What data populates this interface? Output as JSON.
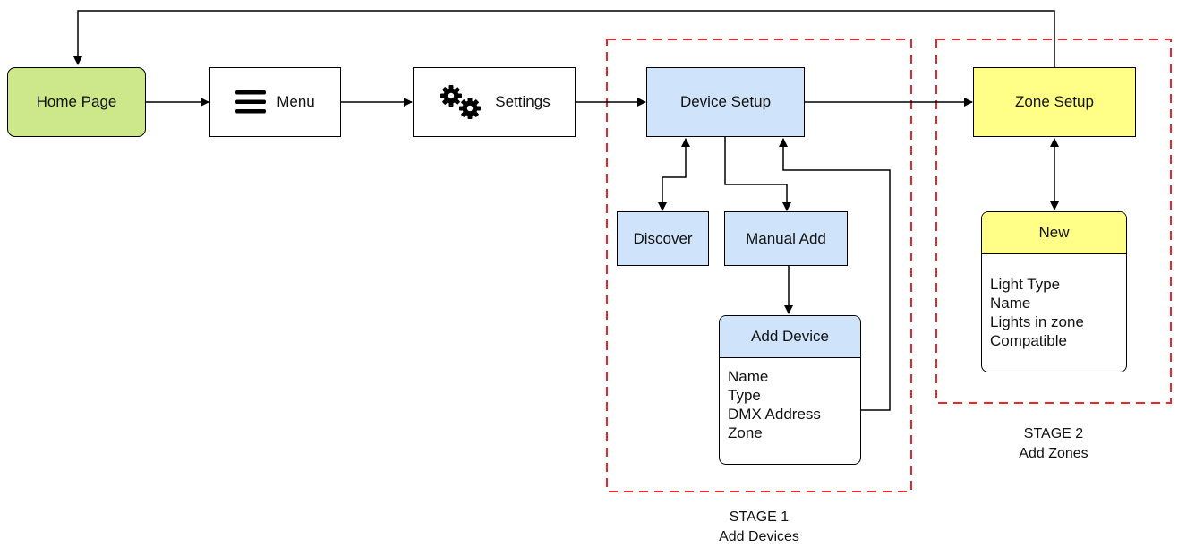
{
  "nodes": {
    "home": "Home Page",
    "menu": "Menu",
    "settings": "Settings",
    "device_setup": "Device Setup",
    "zone_setup": "Zone Setup",
    "discover": "Discover",
    "manual_add": "Manual Add"
  },
  "add_device": {
    "title": "Add Device",
    "fields": [
      "Name",
      "Type",
      "DMX Address",
      "Zone"
    ]
  },
  "new_zone": {
    "title": "New",
    "fields": [
      "Light Type",
      "Name",
      "Lights in zone",
      "Compatible"
    ]
  },
  "stages": {
    "stage1": {
      "name": "STAGE 1",
      "caption": "Add Devices"
    },
    "stage2": {
      "name": "STAGE 2",
      "caption": "Add Zones"
    }
  },
  "icons": {
    "menu": "hamburger-icon",
    "settings": "gears-icon"
  },
  "colors": {
    "home": "#cde88a",
    "device": "#cfe4fb",
    "zone": "#ffff88",
    "stage_border": "#e8262b"
  }
}
